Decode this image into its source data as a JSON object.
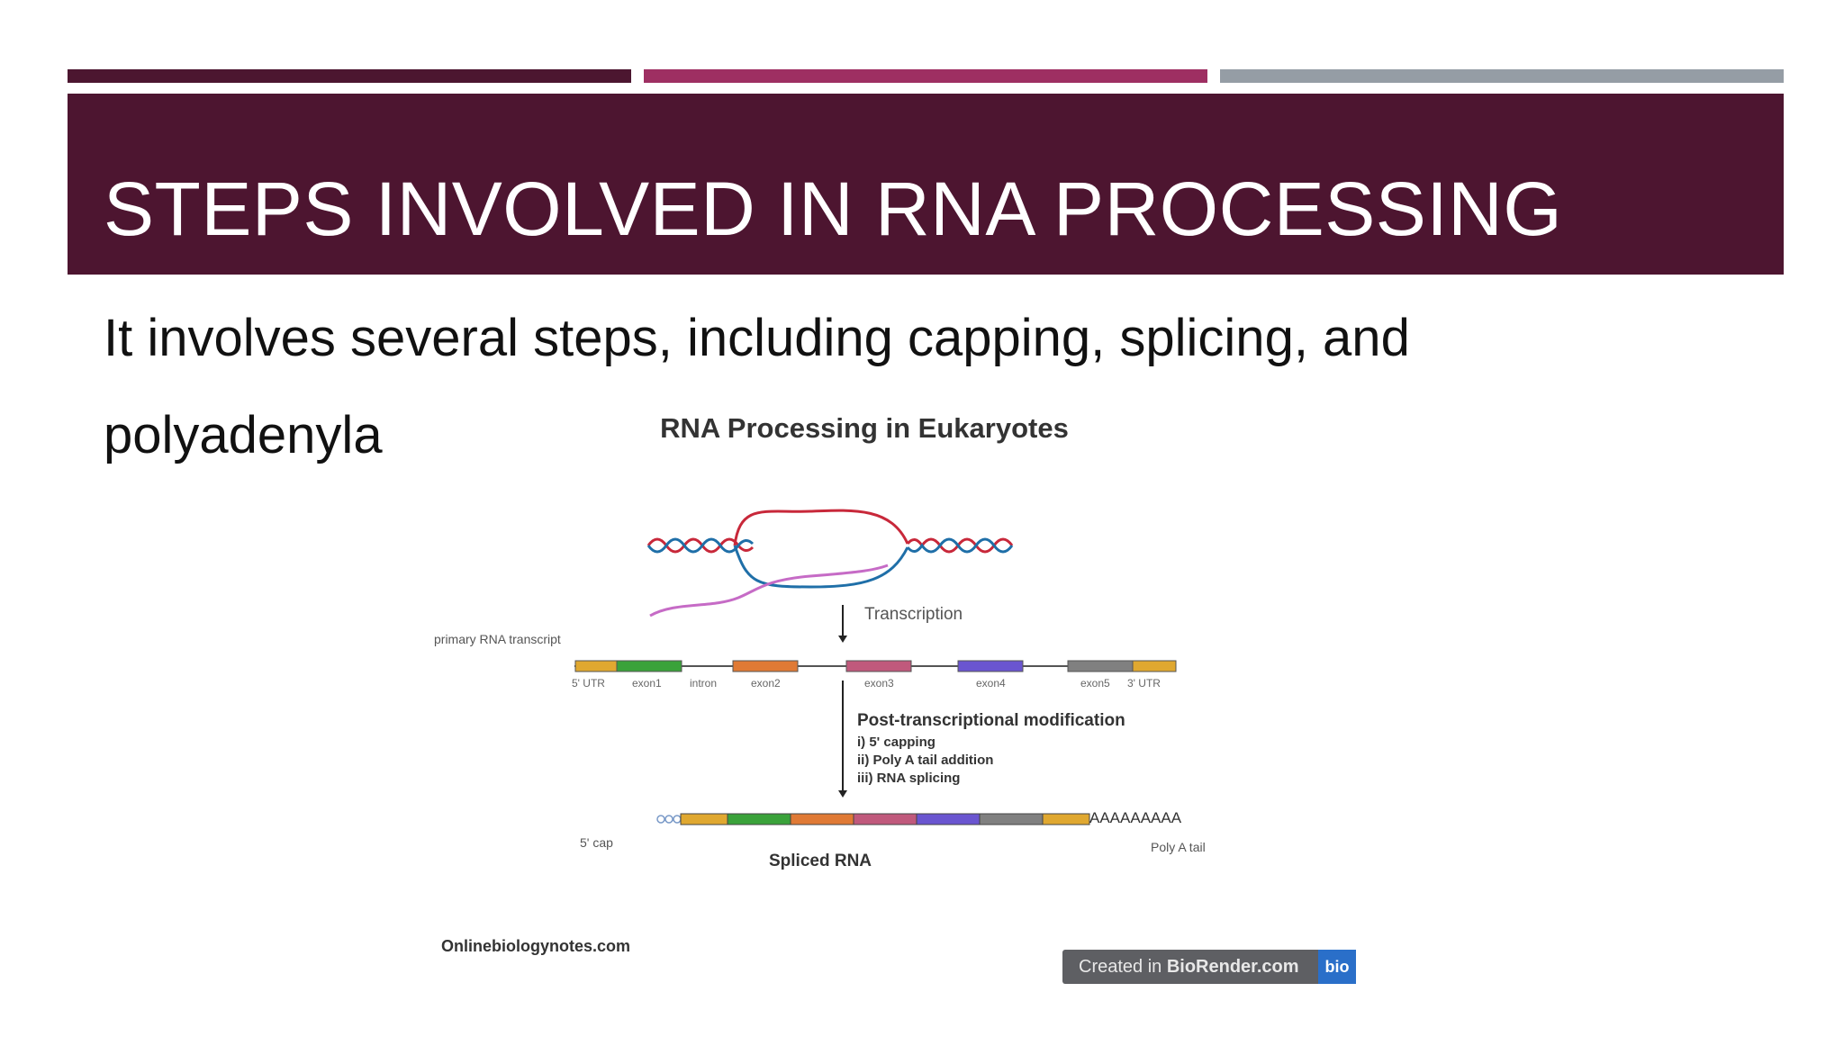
{
  "slide": {
    "title": "STEPS INVOLVED IN RNA PROCESSING",
    "body": "It involves several steps, including capping, splicing, and polyadenyla"
  },
  "figure": {
    "title": "RNA Processing in Eukaryotes",
    "step1_label": "Transcription",
    "primary_label": "primary RNA transcript",
    "segments": [
      "5' UTR",
      "exon1",
      "intron",
      "exon2",
      "exon3",
      "exon4",
      "exon5",
      "3' UTR"
    ],
    "step2_title": "Post-transcriptional modification",
    "step2_items": [
      "i) 5' capping",
      "ii) Poly A tail addition",
      "iii) RNA splicing"
    ],
    "poly_a": "AAAAAAAAA",
    "cap_label": "5' cap",
    "tail_label": "Poly A tail",
    "spliced_label": "Spliced RNA",
    "source": "Onlinebiologynotes.com",
    "badge_prefix": "Created in ",
    "badge_brand": "BioRender.com",
    "badge_logo": "bio"
  },
  "colors": {
    "bar_dark": "#4c1630",
    "bar_magenta": "#9e2f62",
    "bar_gray": "#959da5",
    "title_band": "#4d1530",
    "strand_red": "#c8283a",
    "strand_blue": "#1f6fa8",
    "rna_pink": "#c66bc6",
    "utr": "#e0a830",
    "exon1": "#3aa23a",
    "exon2": "#e07a35",
    "exon3": "#c0597c",
    "exon4": "#6a55d0",
    "exon5": "#808080"
  }
}
